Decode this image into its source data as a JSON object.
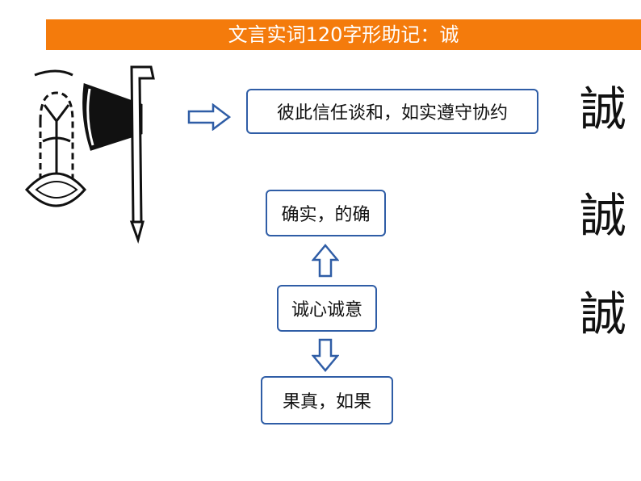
{
  "title": "文言实词120字形助记：诚",
  "meaning_main": "彼此信任谈和，如实遵守协约",
  "meaning_top": "确实，的确",
  "meaning_center": "诚心诚意",
  "meaning_bottom": "果真，如果",
  "glyphs": [
    "誠",
    "誠",
    "誠"
  ],
  "colors": {
    "accent": "#f47b0c",
    "box_border": "#2f5da6"
  }
}
